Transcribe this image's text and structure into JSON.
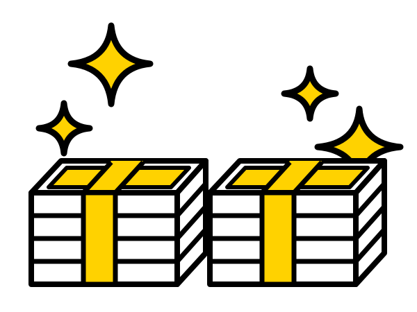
{
  "illustration": {
    "subject": "money-stacks-with-sparkles",
    "stack_count": 2,
    "sparkle_count": 4
  },
  "colors": {
    "accent": "#FFD200",
    "outline": "#000000",
    "paper": "#FFFFFF"
  }
}
